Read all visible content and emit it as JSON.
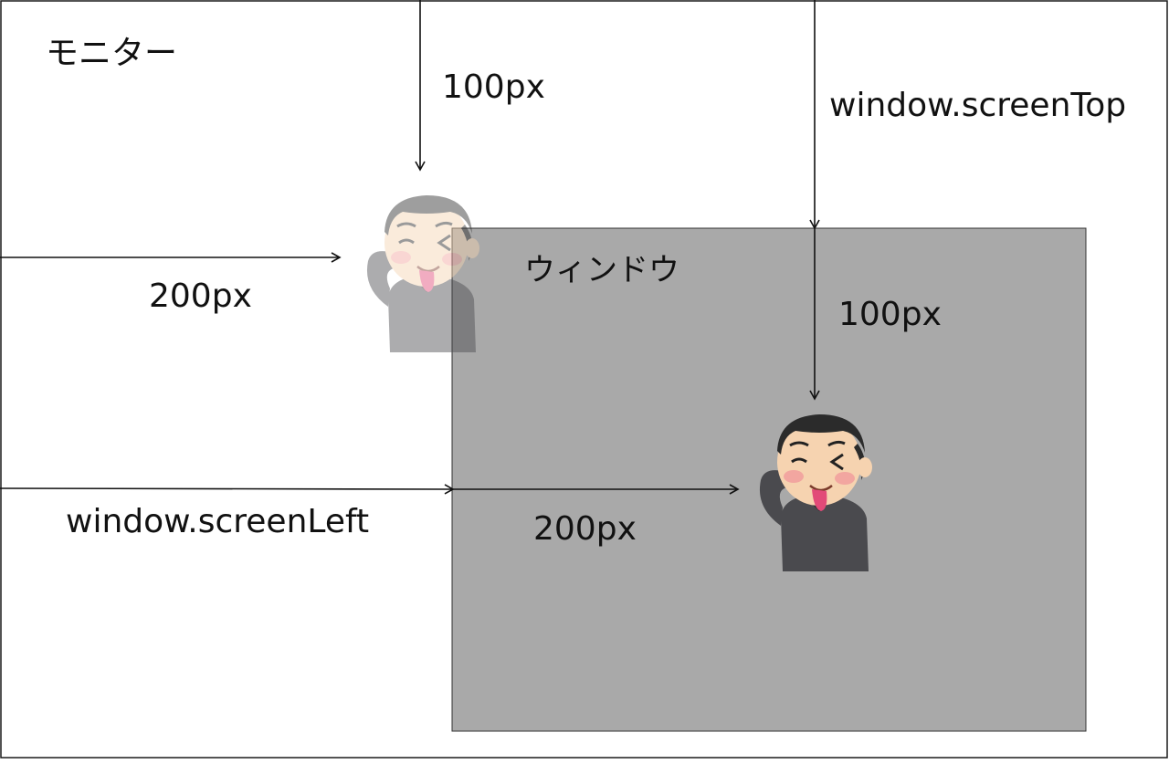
{
  "labels": {
    "monitor": "モニター",
    "window": "ウィンドウ",
    "top_offset_monitor": "100px",
    "screen_top": "window.screenTop",
    "left_offset_monitor": "200px",
    "top_offset_window": "100px",
    "screen_left": "window.screenLeft",
    "left_offset_window": "200px"
  },
  "colors": {
    "monitor_border": "#1a1a1a",
    "window_fill": "#a9a9a9",
    "window_border": "#333333",
    "arrow": "#111111",
    "hair": "#2b2b2b",
    "skin": "#f6d3b0",
    "cheek": "#f2a6a0",
    "tongue": "#e24a78",
    "sweater": "#4a4a4e"
  },
  "illustrations": {
    "character": "man-scratching-head-tongue-out-illustration",
    "ghost_opacity": 0.45
  }
}
